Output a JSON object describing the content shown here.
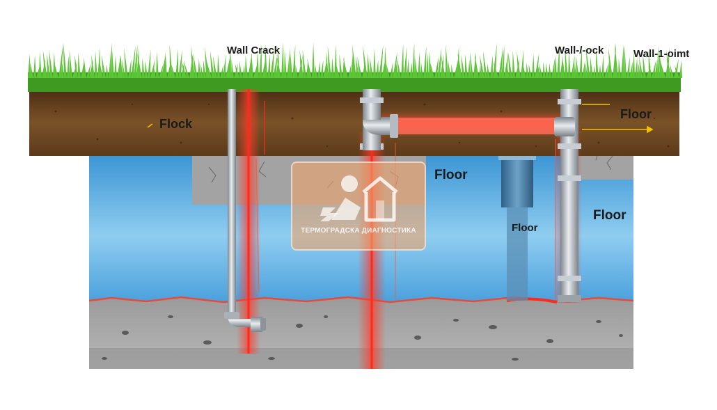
{
  "labels": {
    "wall_crack": "Wall Crack",
    "wall_lock": "Wall-/-ock",
    "wall_joint": "Wall-1-oimt",
    "flock": "Flock",
    "floor_top_right": "Floor",
    "floor_center": "Floor",
    "floor_right": "Floor",
    "floor_small": "Floor"
  },
  "watermark": {
    "text": "ТЕРМОГРАДСКА ДИАГНОСТИКА",
    "logo": "house-with-worker-logo"
  },
  "colors": {
    "grass": "#4caf2a",
    "soil": "#6b4523",
    "water": "#6fb9e6",
    "concrete": "#a9a9a9",
    "pipe": "#b9c0c6",
    "leak_glow": "#ff3b2a",
    "watermark": "#e9a468"
  },
  "icons": {
    "arrow": "arrow-right-icon",
    "logo": "house-logo-icon"
  }
}
